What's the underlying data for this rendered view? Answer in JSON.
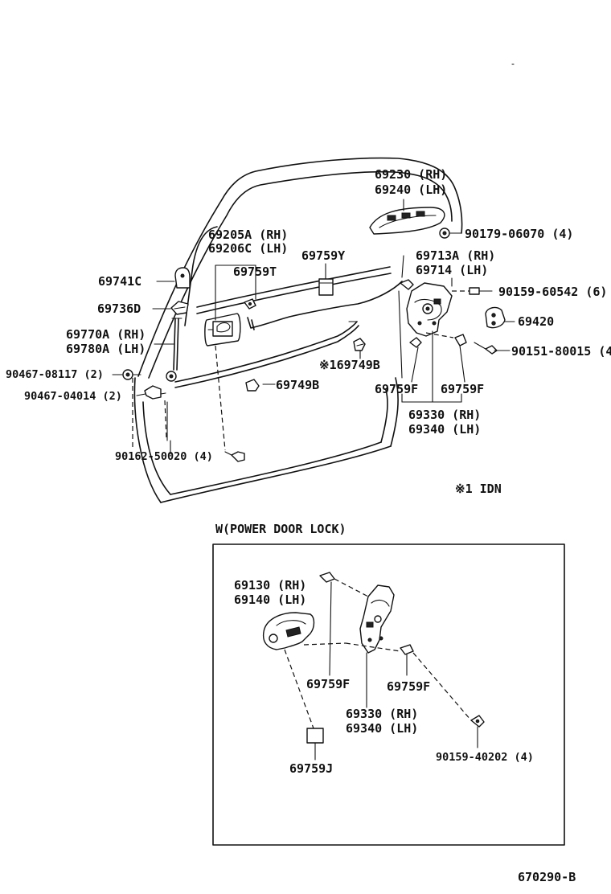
{
  "main_labels": {
    "p69230": "69230 (RH)",
    "p69240": "69240 (LH)",
    "p69205a": "69205A (RH)",
    "p69206c": "69206C (LH)",
    "p69759y": "69759Y",
    "p69713a": "69713A (RH)",
    "p69714": "69714  (LH)",
    "p90179": "90179-06070 (4)",
    "p69741c": "69741C",
    "p69759t": "69759T",
    "p90159_60542": "90159-60542 (6)",
    "p69736d": "69736D",
    "p69420": "69420",
    "p69770a": "69770A (RH)",
    "p69780a": "69780A (LH)",
    "p90151": "90151-80015 (4)",
    "p169749b": "※169749B",
    "p90467_08117": "90467-08117 (2)",
    "p69749b": "69749B",
    "p69759f_a": "69759F",
    "p69759f_b": "69759F",
    "p90467_04014": "90467-04014 (2)",
    "p69330": "69330 (RH)",
    "p69340": "69340 (LH)",
    "p90162": "90162-50020 (4)",
    "note_idn": "※1  IDN"
  },
  "inset": {
    "title": "W(POWER DOOR LOCK)",
    "p69130": "69130 (RH)",
    "p69140": "69140 (LH)",
    "p69759f_a": "69759F",
    "p69759f_b": "69759F",
    "p69330": "69330 (RH)",
    "p69340": "69340 (LH)",
    "p90159_40202": "90159-40202 (4)",
    "p69759j": "69759J"
  },
  "figure_code": "670290-B"
}
